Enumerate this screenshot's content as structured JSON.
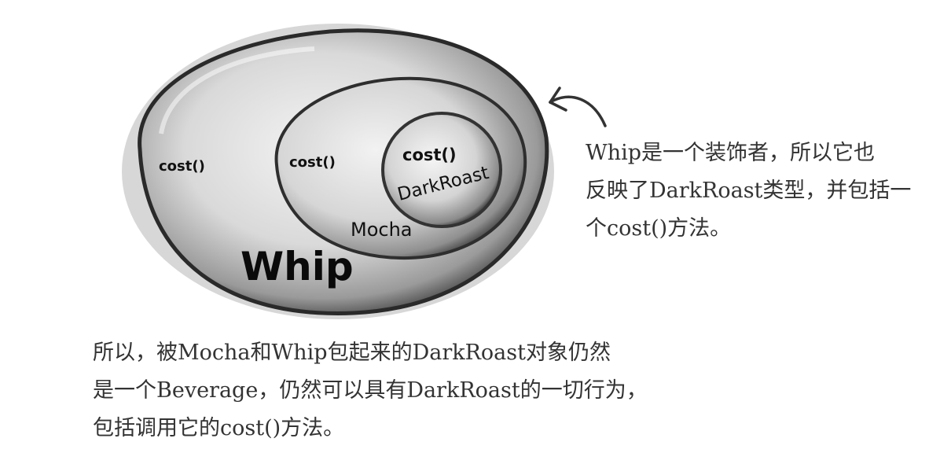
{
  "diagram": {
    "layers": [
      {
        "name": "Whip",
        "method": "cost()"
      },
      {
        "name": "Mocha",
        "method": "cost()"
      },
      {
        "name": "DarkRoast",
        "method": "cost()"
      }
    ]
  },
  "annotation_right": {
    "lines": [
      "Whip是一个装饰者，所以它也",
      "反映了DarkRoast类型，并包括一",
      "个cost()方法。"
    ]
  },
  "annotation_bottom": {
    "lines": [
      "所以，被Mocha和Whip包起来的DarkRoast对象仍然",
      "是一个Beverage，仍然可以具有DarkRoast的一切行为，",
      "包括调用它的cost()方法。"
    ]
  }
}
